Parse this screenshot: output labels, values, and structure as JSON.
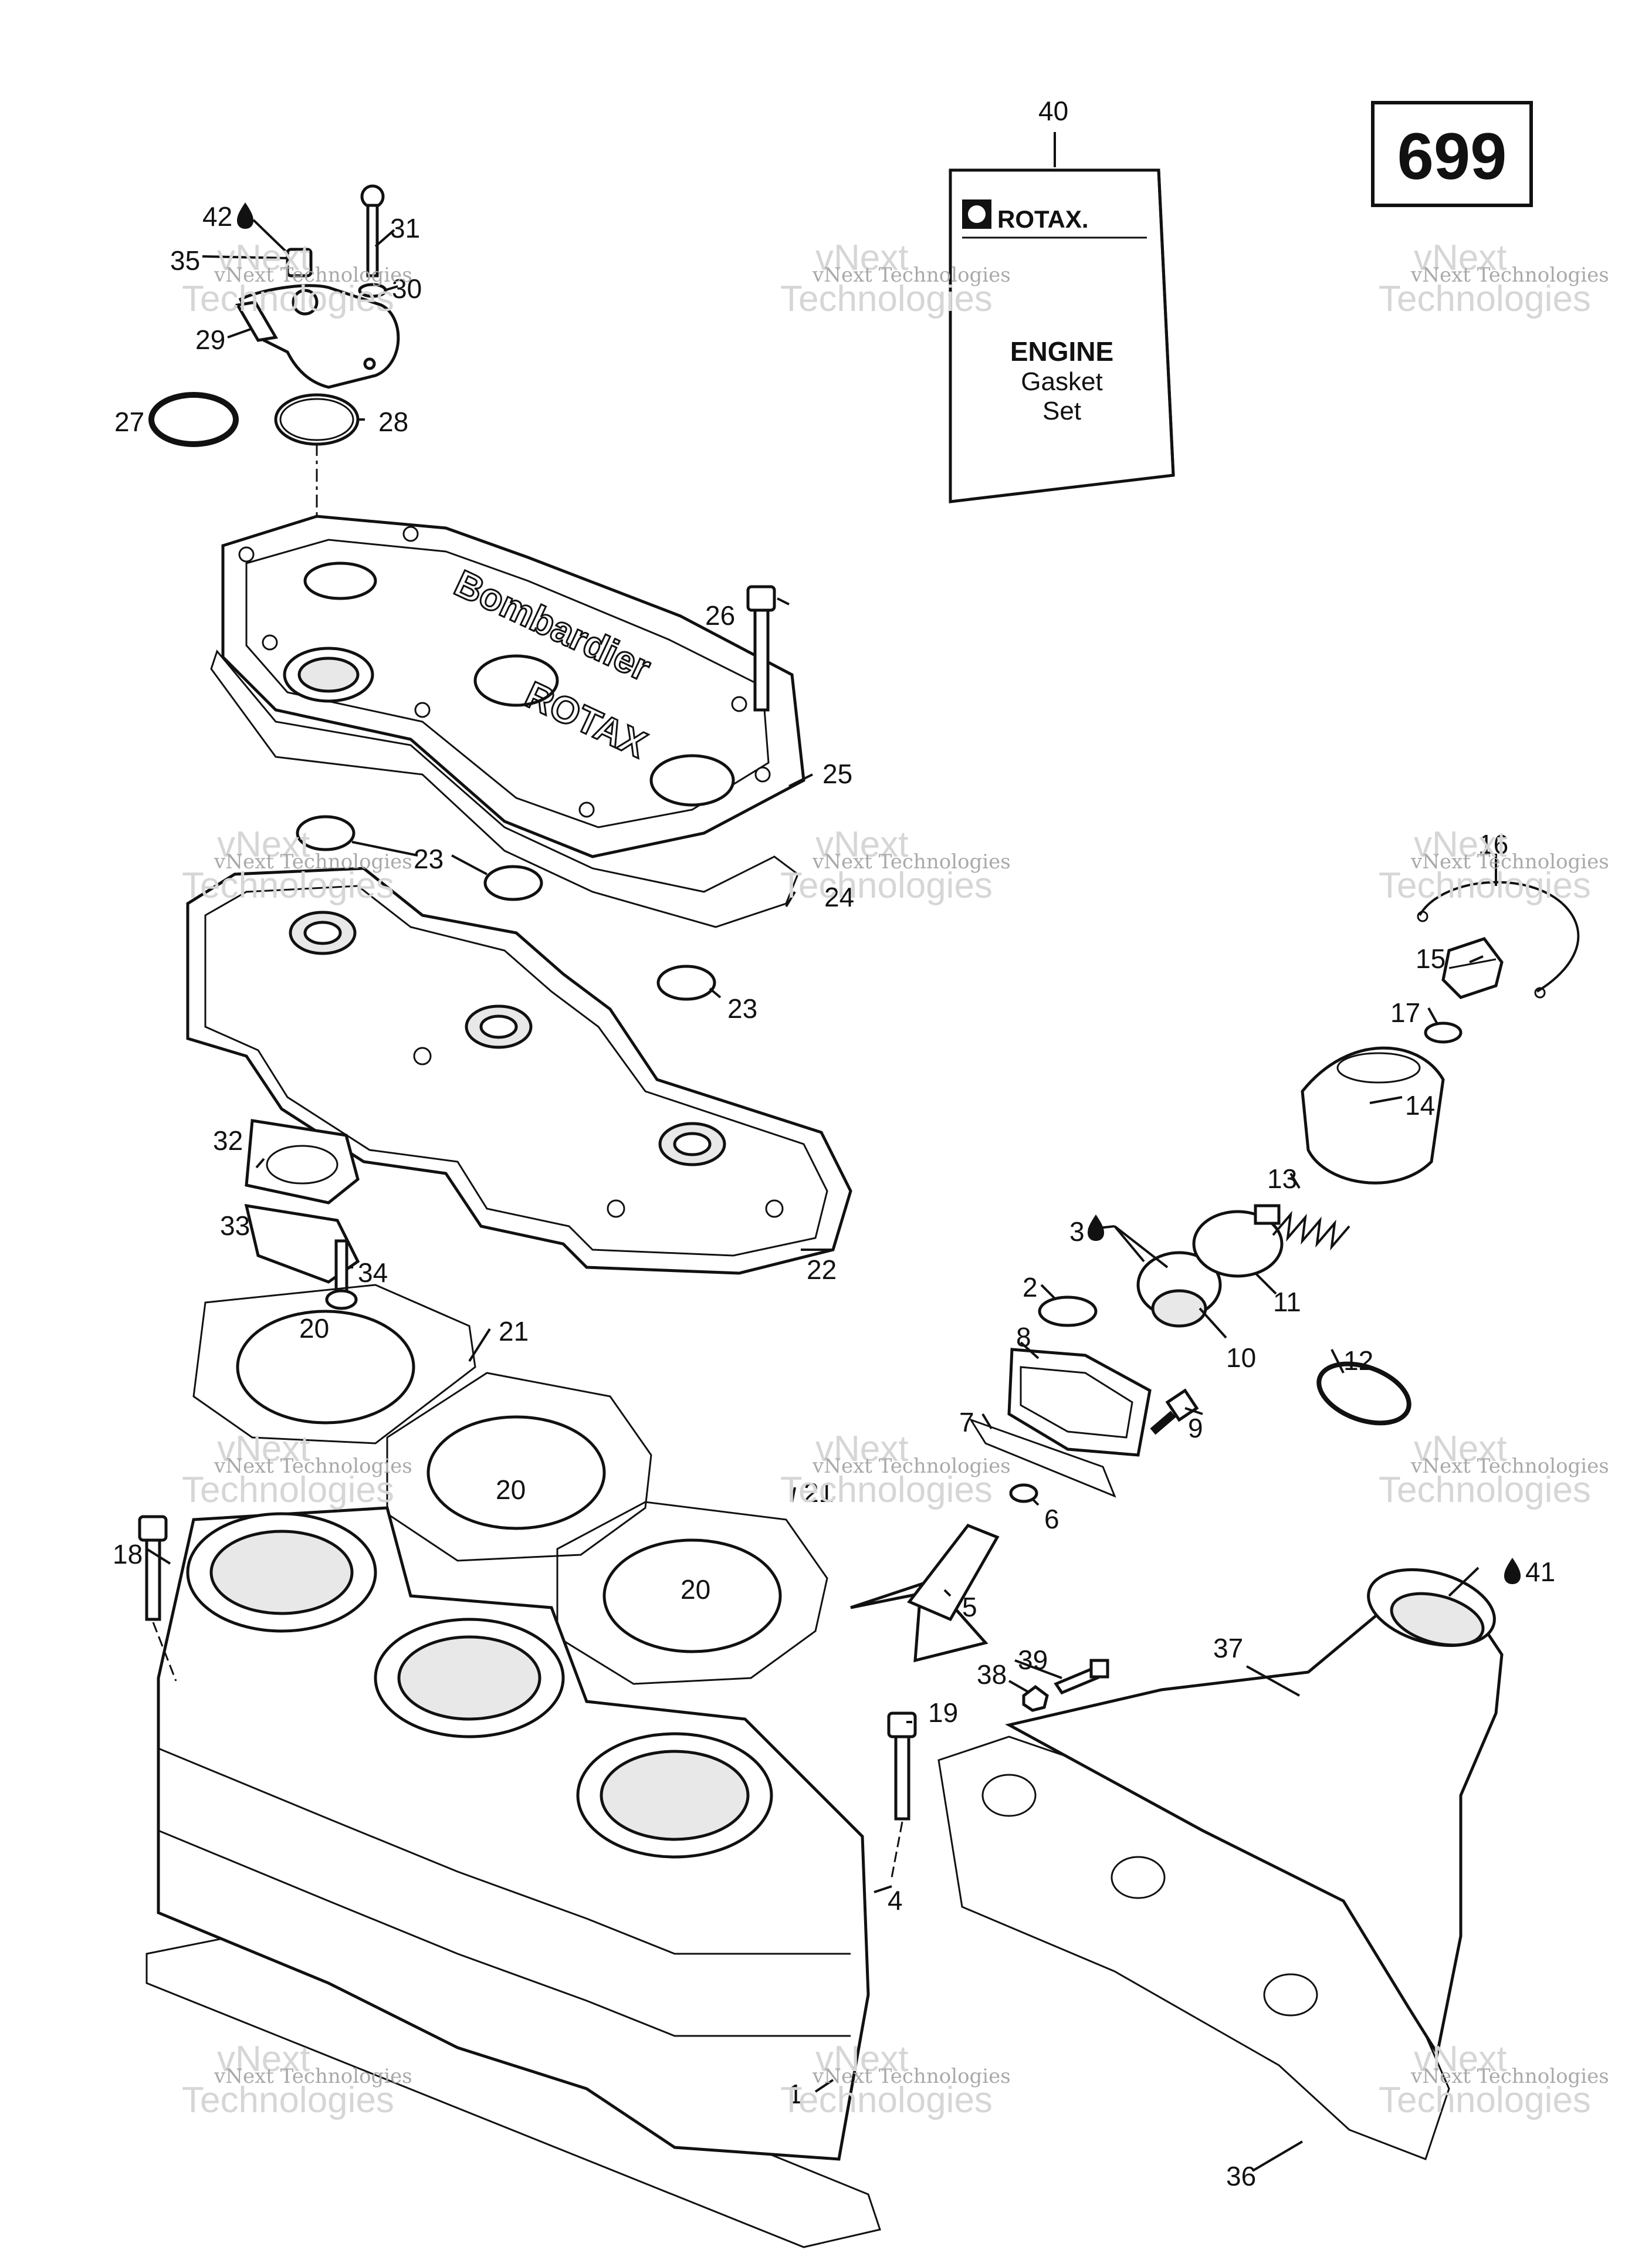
{
  "page_number": "699",
  "watermark": {
    "line1": "vNext",
    "line2": "Technologies",
    "full": "vNext Technologies"
  },
  "gasket_set": {
    "brand": "ROTAX.",
    "title": "ENGINE",
    "subtitle_1": "Gasket",
    "subtitle_2": "Set"
  },
  "callouts": [
    "1",
    "2",
    "3",
    "4",
    "5",
    "6",
    "7",
    "8",
    "9",
    "10",
    "11",
    "12",
    "13",
    "14",
    "15",
    "16",
    "17",
    "18",
    "19",
    "20",
    "20",
    "20",
    "20",
    "21",
    "21",
    "22",
    "23",
    "23",
    "24",
    "25",
    "26",
    "27",
    "28",
    "29",
    "30",
    "31",
    "32",
    "33",
    "34",
    "35",
    "36",
    "37",
    "38",
    "39",
    "40",
    "41",
    "42"
  ],
  "colors": {
    "line": "#111111",
    "watermark": "#a9a9a9"
  }
}
